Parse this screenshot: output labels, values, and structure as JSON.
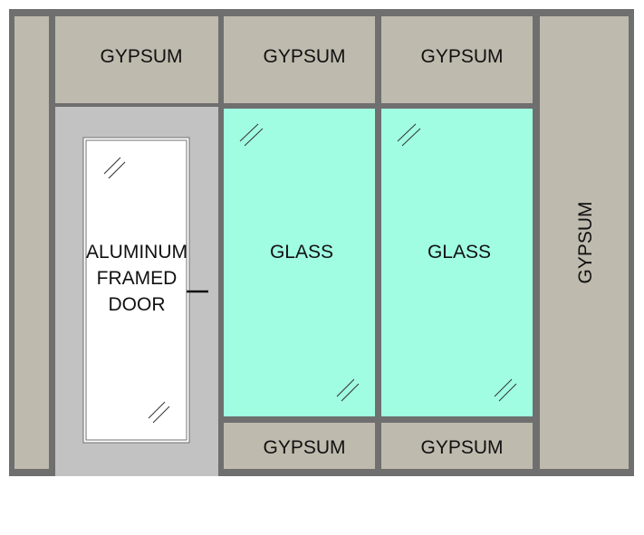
{
  "colors": {
    "frame": "#6f6f6f",
    "gypsum": "#bfbaae",
    "glass": "#a0fde2",
    "door_frame": "#c2c2c2",
    "door_glass": "#ffffff",
    "background": "#ffffff",
    "outline": "#4a4a4a"
  },
  "labels": {
    "top_gypsum_1": "GYPSUM",
    "top_gypsum_2": "GYPSUM",
    "top_gypsum_3": "GYPSUM",
    "door_line1": "ALUMINUM",
    "door_line2": "FRAMED",
    "door_line3": "DOOR",
    "glass_1": "GLASS",
    "glass_2": "GLASS",
    "right_gypsum": "GYPSUM",
    "bottom_gypsum_1": "GYPSUM",
    "bottom_gypsum_2": "GYPSUM"
  }
}
